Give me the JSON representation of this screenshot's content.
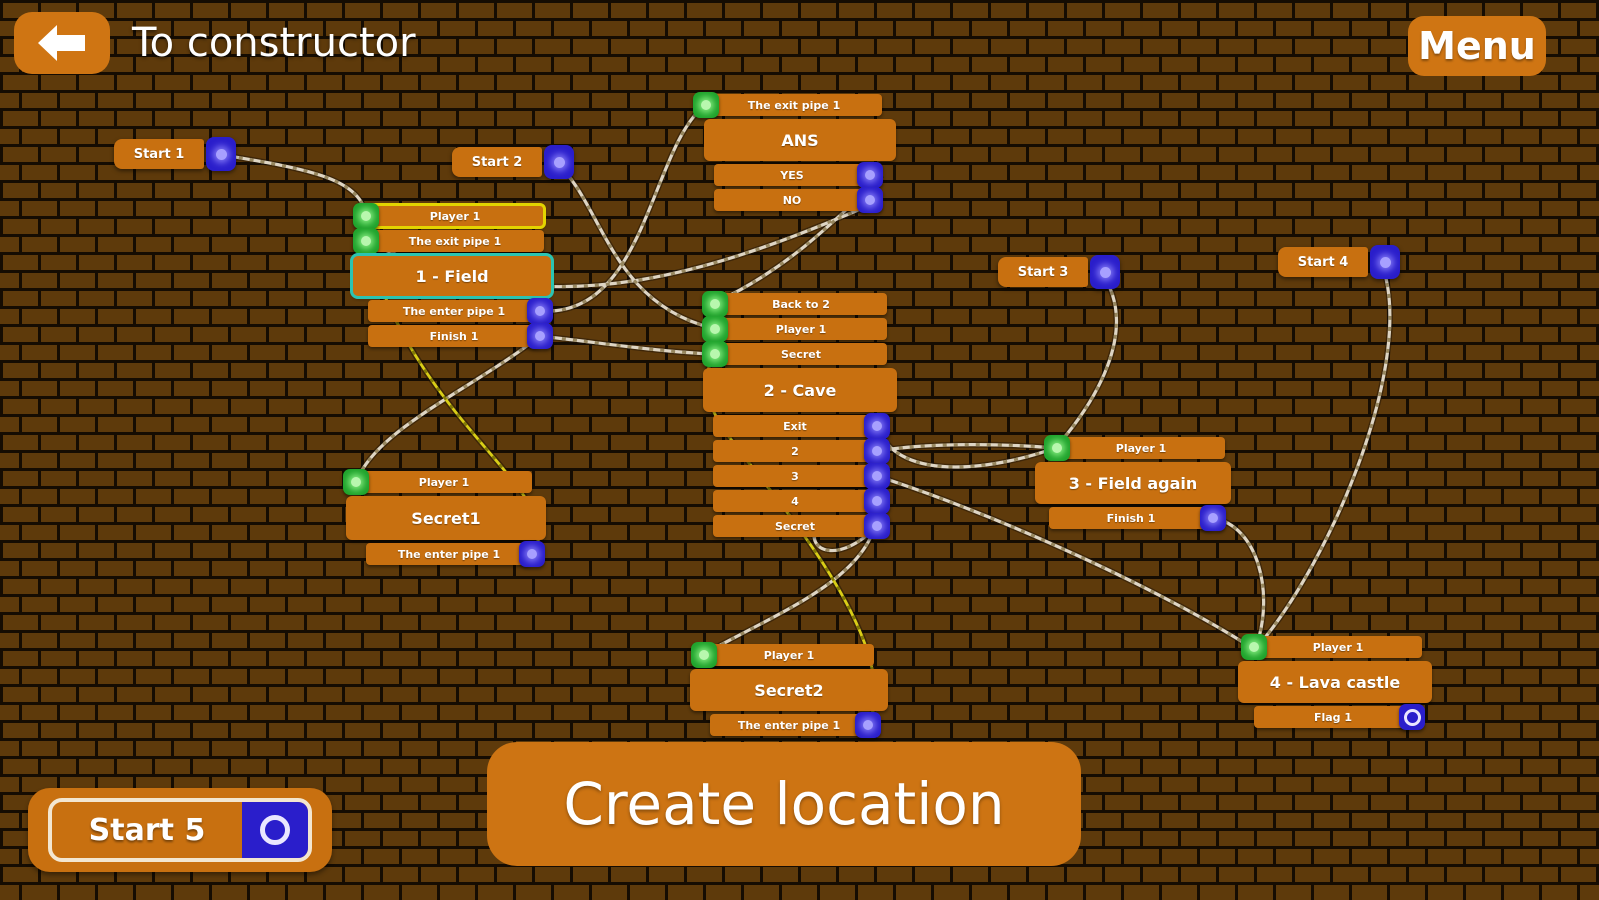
{
  "header": {
    "title": "To constructor",
    "menu_button": "Menu",
    "back_icon": "arrow-left-icon"
  },
  "footer": {
    "create_button": "Create location",
    "start5": {
      "label": "Start 5"
    }
  },
  "colors": {
    "brick": "#5e3a0b",
    "mortar": "#150c02",
    "node_orange": "#c87010",
    "button_orange": "#cf7513",
    "connector_blue": "#2a1ecb",
    "connector_green": "#1fa32c",
    "wire_white": "#ded5c4",
    "wire_yellow": "#d9ce17",
    "selection_yellow": "#e3d400",
    "selection_teal": "#2bc4b2"
  },
  "graph": {
    "starts": [
      {
        "label": "Start 1"
      },
      {
        "label": "Start 2"
      },
      {
        "label": "Start 3"
      },
      {
        "label": "Start 4"
      }
    ],
    "nodes": {
      "ans": {
        "title": "ANS",
        "inputs": [
          "The exit pipe 1"
        ],
        "outputs": [
          "YES",
          "NO"
        ]
      },
      "field1": {
        "title": "1 - Field",
        "inputs": [
          "Player 1",
          "The exit pipe 1"
        ],
        "outputs": [
          "The enter pipe 1",
          "Finish 1"
        ]
      },
      "cave": {
        "title": "2 - Cave",
        "inputs": [
          "Back to 2",
          "Player 1",
          "Secret"
        ],
        "outputs": [
          "Exit",
          "2",
          "3",
          "4",
          "Secret"
        ]
      },
      "secret1": {
        "title": "Secret1",
        "inputs": [
          "Player 1"
        ],
        "outputs": [
          "The enter pipe 1"
        ]
      },
      "field3": {
        "title": "3 - Field again",
        "inputs": [
          "Player 1"
        ],
        "outputs": [
          "Finish 1"
        ]
      },
      "secret2": {
        "title": "Secret2",
        "inputs": [
          "Player 1"
        ],
        "outputs": [
          "The enter pipe 1"
        ]
      },
      "lava": {
        "title": "4 - Lava castle",
        "inputs": [
          "Player 1"
        ],
        "outputs": [
          "Flag 1"
        ]
      }
    },
    "connections": [
      {
        "from": "Start 1",
        "to": "1 - Field / Player 1"
      },
      {
        "from": "Start 2",
        "to": "2 - Cave / Player 1"
      },
      {
        "from": "Start 3",
        "to": "3 - Field again / Player 1"
      },
      {
        "from": "Start 4",
        "to": "4 - Lava castle / Player 1"
      },
      {
        "from": "1 - Field / The enter pipe 1",
        "to": "ANS / The exit pipe 1"
      },
      {
        "from": "ANS / YES",
        "to": "2 - Cave / Back to 2"
      },
      {
        "from": "ANS / NO",
        "to": "1 - Field / The exit pipe 1"
      },
      {
        "from": "1 - Field / Finish 1",
        "to": "2 - Cave / Secret"
      },
      {
        "from": "1 - Field / Finish 1",
        "to": "Secret1 / Player 1"
      },
      {
        "from": "Secret1 / The enter pipe 1",
        "to": "1 - Field / The exit pipe 1",
        "highlight": "yellow"
      },
      {
        "from": "2 - Cave / Exit",
        "to": "3 - Field again / Player 1"
      },
      {
        "from": "2 - Cave / 2",
        "to": "3 - Field again / Player 1"
      },
      {
        "from": "2 - Cave / 3",
        "to": "4 - Lava castle / Player 1"
      },
      {
        "from": "2 - Cave / 4",
        "to": "Secret2 / Player 1"
      },
      {
        "from": "Secret2 / The enter pipe 1",
        "to": "2 - Cave / Secret",
        "highlight": "yellow"
      },
      {
        "from": "3 - Field again / Finish 1",
        "to": "4 - Lava castle / Player 1"
      }
    ]
  }
}
